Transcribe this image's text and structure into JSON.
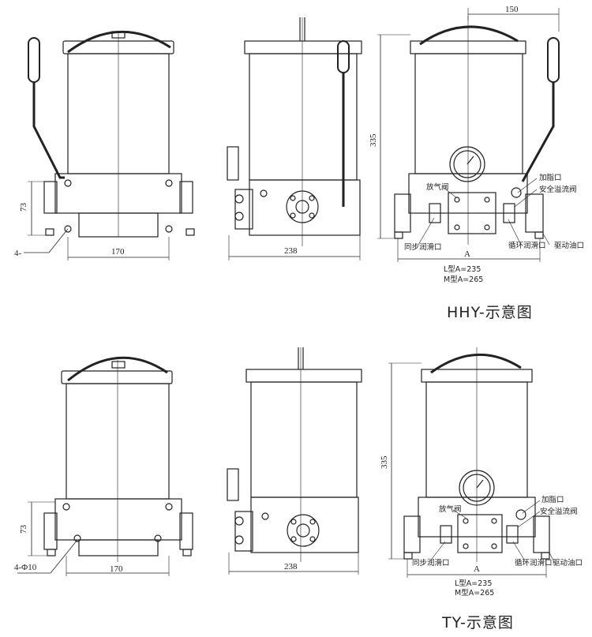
{
  "captions": {
    "hhy": "HHY-示意图",
    "ty": "TY-示意图"
  },
  "hhy": {
    "dims": {
      "height": "73",
      "front_width": "170",
      "side_width": "238",
      "total_height": "335",
      "top_width": "150",
      "width_a": "A"
    },
    "hole_label": "4-",
    "labels": {
      "vent_valve": "放气阀",
      "grease_inlet": "加脂口",
      "safety_overflow": "安全溢流阀",
      "sync_port": "同步润滑口",
      "circulation_port": "循环润滑口",
      "drive_oil_port": "驱动油口"
    },
    "type_l": "L型A=235",
    "type_m": "M型A=265"
  },
  "ty": {
    "dims": {
      "height": "73",
      "front_width": "170",
      "side_width": "238",
      "total_height": "335",
      "width_a": "A"
    },
    "hole_label": "4-Φ10",
    "labels": {
      "vent_valve": "放气阀",
      "grease_inlet": "加脂口",
      "safety_overflow": "安全溢流阀",
      "sync_port": "同步润滑口",
      "circulation_port": "循环润滑口",
      "drive_oil_port": "驱动油口"
    },
    "type_l": "L型A=235",
    "type_m": "M型A=265"
  }
}
